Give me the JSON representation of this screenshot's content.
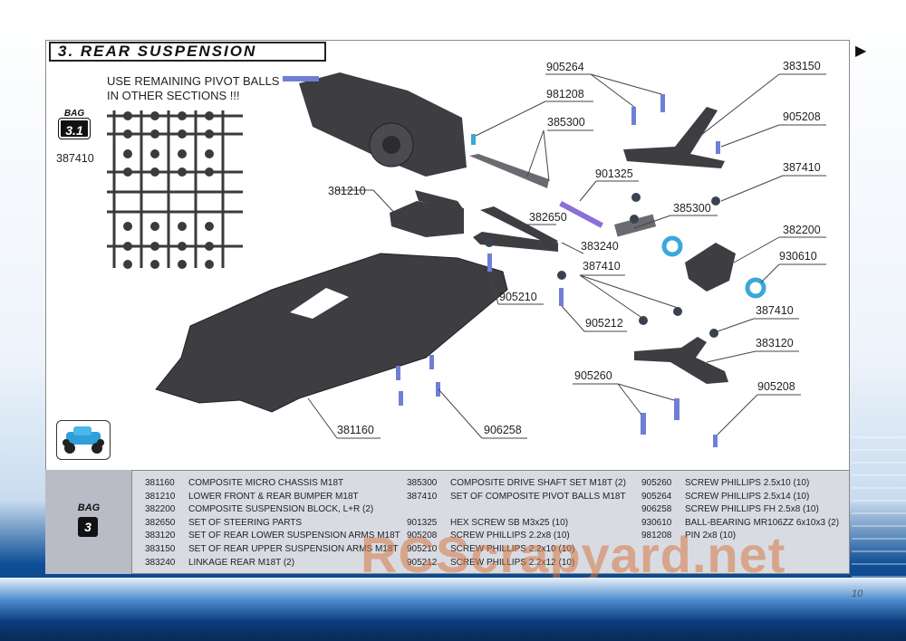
{
  "title": "3. REAR SUSPENSION",
  "note_lines": [
    "USE REMAINING PIVOT BALLS",
    "IN OTHER SECTIONS !!!"
  ],
  "bag_top": {
    "label": "BAG",
    "number": "3.1"
  },
  "bag_legend": {
    "label": "BAG",
    "number": "3"
  },
  "callouts": {
    "p387410_left": "387410",
    "p381210": "381210",
    "p381160": "381160",
    "p906258": "906258",
    "p905264": "905264",
    "p981208": "981208",
    "p385300_top": "385300",
    "p901325": "901325",
    "p385300_mid": "385300",
    "p382650": "382650",
    "p383240": "383240",
    "p387410_mid": "387410",
    "p905210": "905210",
    "p905212": "905212",
    "p383150": "383150",
    "p905208_top": "905208",
    "p387410_right": "387410",
    "p382200": "382200",
    "p930610": "930610",
    "p387410_low": "387410",
    "p383120": "383120",
    "p905260": "905260",
    "p905208_low": "905208"
  },
  "parts": {
    "col1": [
      {
        "code": "381160",
        "desc": "COMPOSITE MICRO CHASSIS M18T"
      },
      {
        "code": "381210",
        "desc": "LOWER FRONT & REAR BUMPER M18T"
      },
      {
        "code": "382200",
        "desc": "COMPOSITE SUSPENSION BLOCK, L+R (2)"
      },
      {
        "code": "382650",
        "desc": "SET OF STEERING PARTS"
      },
      {
        "code": "383120",
        "desc": "SET OF REAR LOWER SUSPENSION ARMS M18T"
      },
      {
        "code": "383150",
        "desc": "SET OF REAR UPPER SUSPENSION ARMS M18T"
      },
      {
        "code": "383240",
        "desc": "LINKAGE REAR M18T (2)"
      }
    ],
    "col2": [
      {
        "code": "385300",
        "desc": "COMPOSITE DRIVE SHAFT SET M18T (2)"
      },
      {
        "code": "387410",
        "desc": "SET OF COMPOSITE PIVOT BALLS M18T"
      },
      {
        "code": "",
        "desc": ""
      },
      {
        "code": "901325",
        "desc": "HEX SCREW SB M3x25 (10)"
      },
      {
        "code": "905208",
        "desc": "SCREW PHILLIPS 2.2x8 (10)"
      },
      {
        "code": "905210",
        "desc": "SCREW PHILLIPS 2.2x10 (10)"
      },
      {
        "code": "905212",
        "desc": "SCREW PHILLIPS 2.2x12 (10)"
      }
    ],
    "col3": [
      {
        "code": "905260",
        "desc": "SCREW PHILLIPS 2.5x10 (10)"
      },
      {
        "code": "905264",
        "desc": "SCREW PHILLIPS 2.5x14 (10)"
      },
      {
        "code": "906258",
        "desc": "SCREW PHILLIPS FH 2.5x8 (10)"
      },
      {
        "code": "930610",
        "desc": "BALL-BEARING MR106ZZ 6x10x3 (2)"
      },
      {
        "code": "981208",
        "desc": "PIN 2x8 (10)"
      }
    ]
  },
  "page_number": "10",
  "watermark": "RCScrapyard.net",
  "colors": {
    "part_dark": "#3a3a3f",
    "screw_blue": "#6f7fd8",
    "bearing_cyan": "#3aa8d8",
    "ribbon_blue": "#0b3c7c"
  }
}
